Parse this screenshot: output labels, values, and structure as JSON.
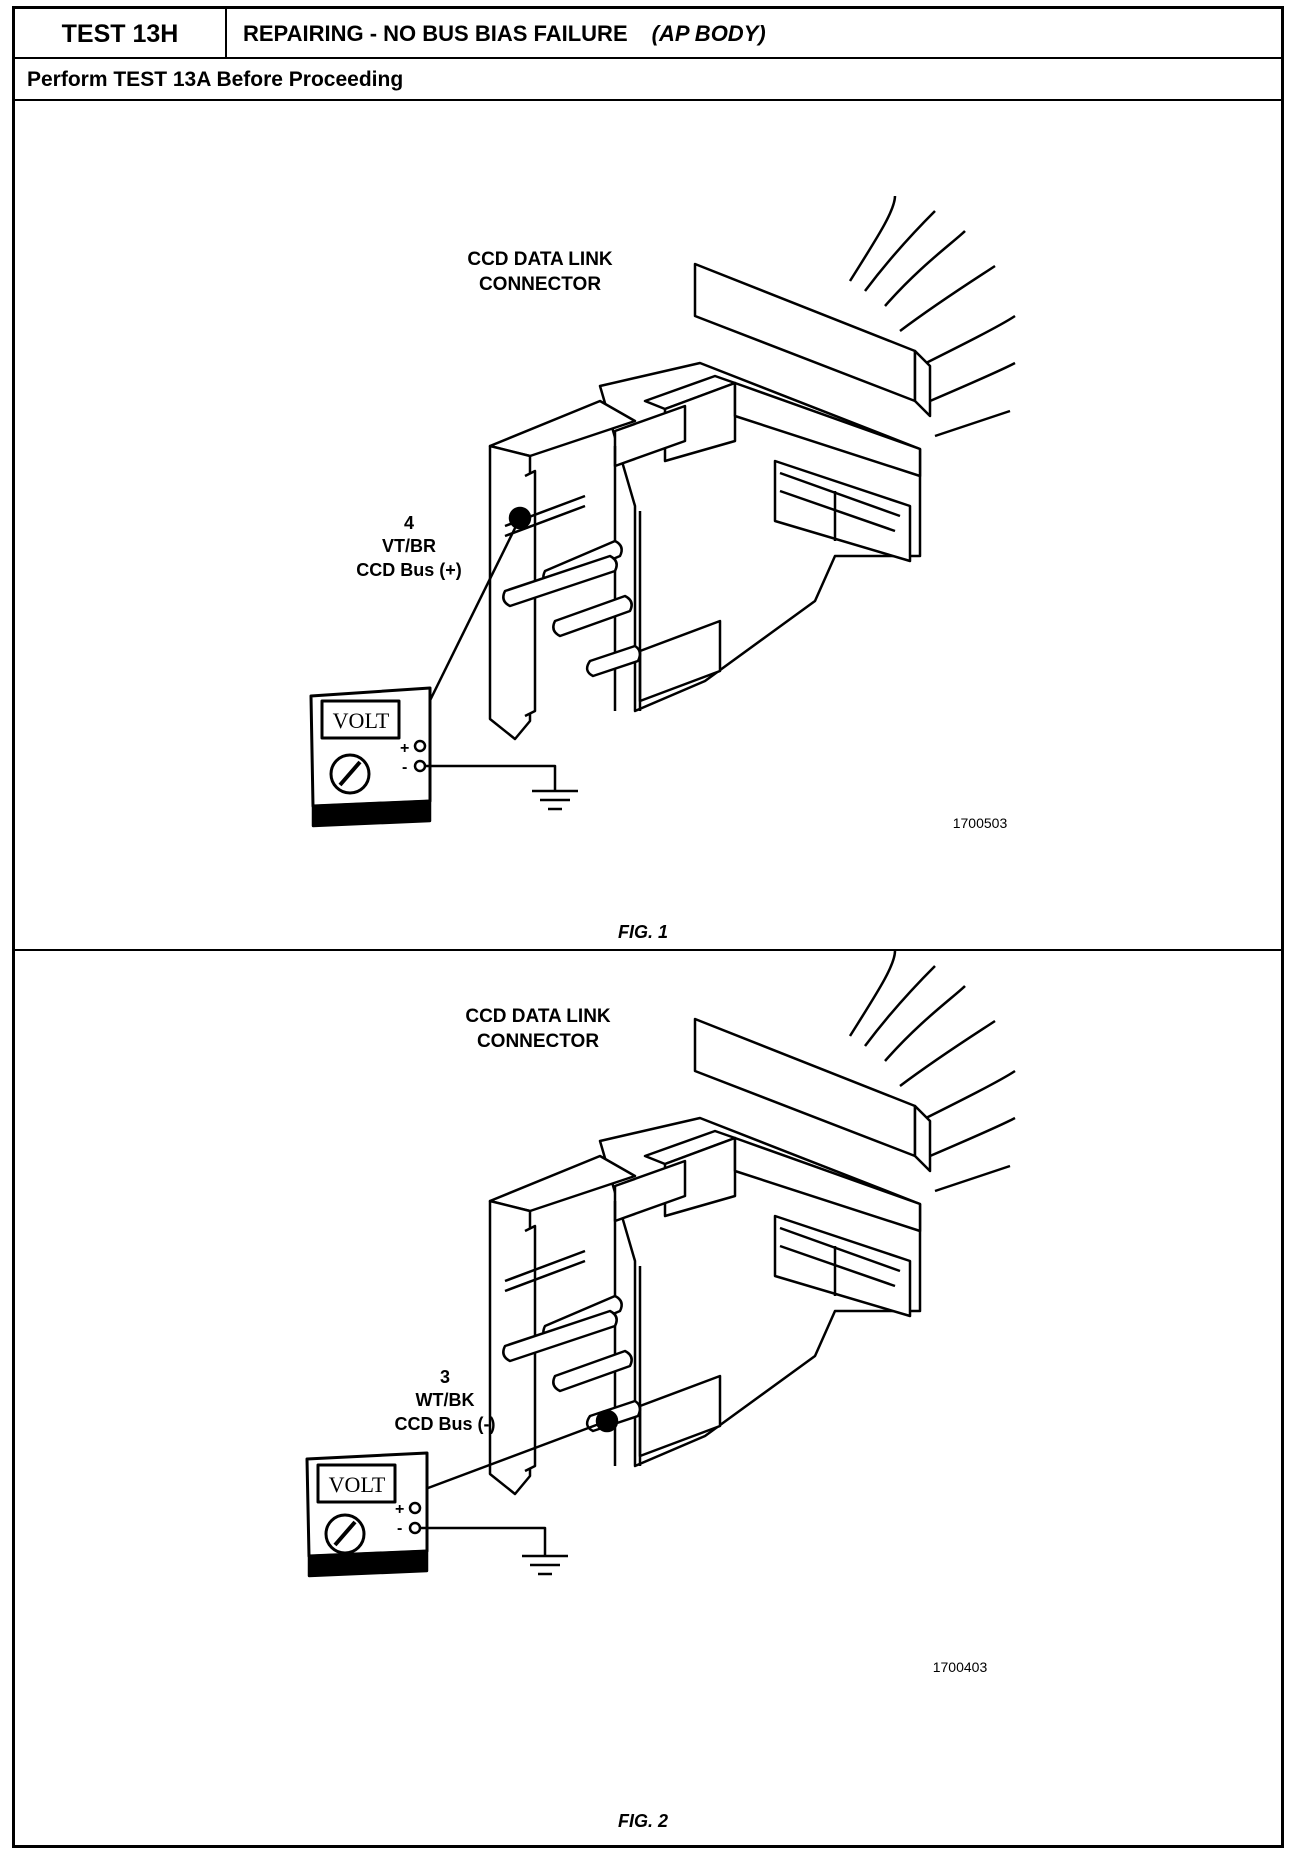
{
  "header": {
    "test_id": "TEST 13H",
    "title": "REPAIRING - NO BUS BIAS FAILURE",
    "title_qualifier": "(AP BODY)"
  },
  "subheader": "Perform TEST 13A Before Proceeding",
  "figures": [
    {
      "connector_label_line1": "CCD DATA LINK",
      "connector_label_line2": "CONNECTOR",
      "pin_number": "4",
      "wire_color": "VT/BR",
      "circuit": "CCD Bus (+)",
      "meter_label": "VOLT",
      "meter_plus": "+",
      "meter_minus": "-",
      "image_code": "1700503",
      "caption": "FIG. 1"
    },
    {
      "connector_label_line1": "CCD DATA LINK",
      "connector_label_line2": "CONNECTOR",
      "pin_number": "3",
      "wire_color": "WT/BK",
      "circuit": "CCD Bus (-)",
      "meter_label": "VOLT",
      "meter_plus": "+",
      "meter_minus": "-",
      "image_code": "1700403",
      "caption": "FIG. 2"
    }
  ]
}
